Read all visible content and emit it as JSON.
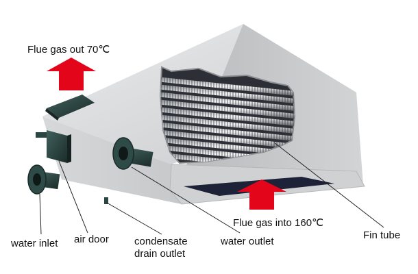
{
  "labels": {
    "flue_out": "Flue gas out 70℃",
    "flue_in": "Flue gas into 160℃",
    "fin_tube": "Fin tube",
    "water_inlet": "water inlet",
    "air_door": "air door",
    "condensate_line1": "condensate",
    "condensate_line2": "drain outlet",
    "water_outlet": "water outlet"
  },
  "colors": {
    "arrow": "#e3061a",
    "pipe": "#243c3a",
    "housing_light": "#dfe0e1",
    "housing_mid": "#c3c5c7",
    "housing_dark": "#a9acae",
    "fin": "#3a3d42"
  }
}
